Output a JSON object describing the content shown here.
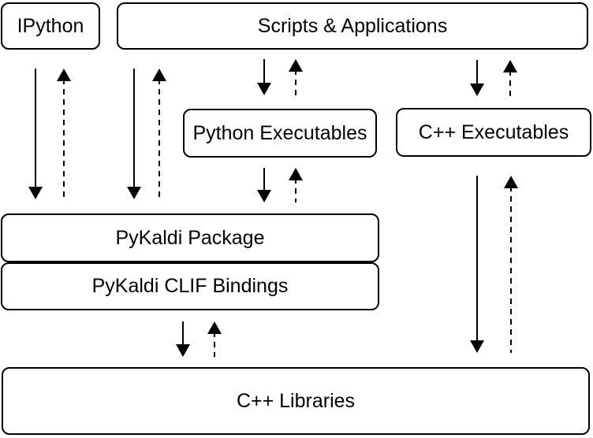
{
  "diagram": {
    "description": "PyKaldi software architecture block diagram",
    "colors": {
      "background": "#ffffff",
      "node_fill": "#ffffff",
      "line": "#000000",
      "text": "#000000"
    },
    "nodes": {
      "ipython": {
        "label": "IPython"
      },
      "scripts_applications": {
        "label": "Scripts & Applications"
      },
      "python_executables": {
        "label": "Python Executables"
      },
      "cpp_executables": {
        "label": "C++ Executables"
      },
      "pykaldi_package": {
        "label": "PyKaldi Package"
      },
      "pykaldi_clif_bindings": {
        "label": "PyKaldi CLIF Bindings"
      },
      "cpp_libraries": {
        "label": "C++ Libraries"
      }
    },
    "edges": [
      {
        "from": "ipython",
        "to": "pykaldi_package",
        "call_style": "solid-down-arrow",
        "return_style": "dashed-up-arrow"
      },
      {
        "from": "scripts_applications",
        "to": "pykaldi_package",
        "call_style": "solid-down-arrow",
        "return_style": "dashed-up-arrow"
      },
      {
        "from": "scripts_applications",
        "to": "python_executables",
        "call_style": "solid-down-arrow",
        "return_style": "dashed-up-arrow"
      },
      {
        "from": "scripts_applications",
        "to": "cpp_executables",
        "call_style": "solid-down-arrow",
        "return_style": "dashed-up-arrow"
      },
      {
        "from": "python_executables",
        "to": "pykaldi_package",
        "call_style": "solid-down-arrow",
        "return_style": "dashed-up-arrow"
      },
      {
        "from": "pykaldi_clif_bindings",
        "to": "cpp_libraries",
        "call_style": "solid-down-arrow",
        "return_style": "dashed-up-arrow"
      },
      {
        "from": "cpp_executables",
        "to": "cpp_libraries",
        "call_style": "solid-down-arrow",
        "return_style": "dashed-up-arrow"
      }
    ]
  }
}
